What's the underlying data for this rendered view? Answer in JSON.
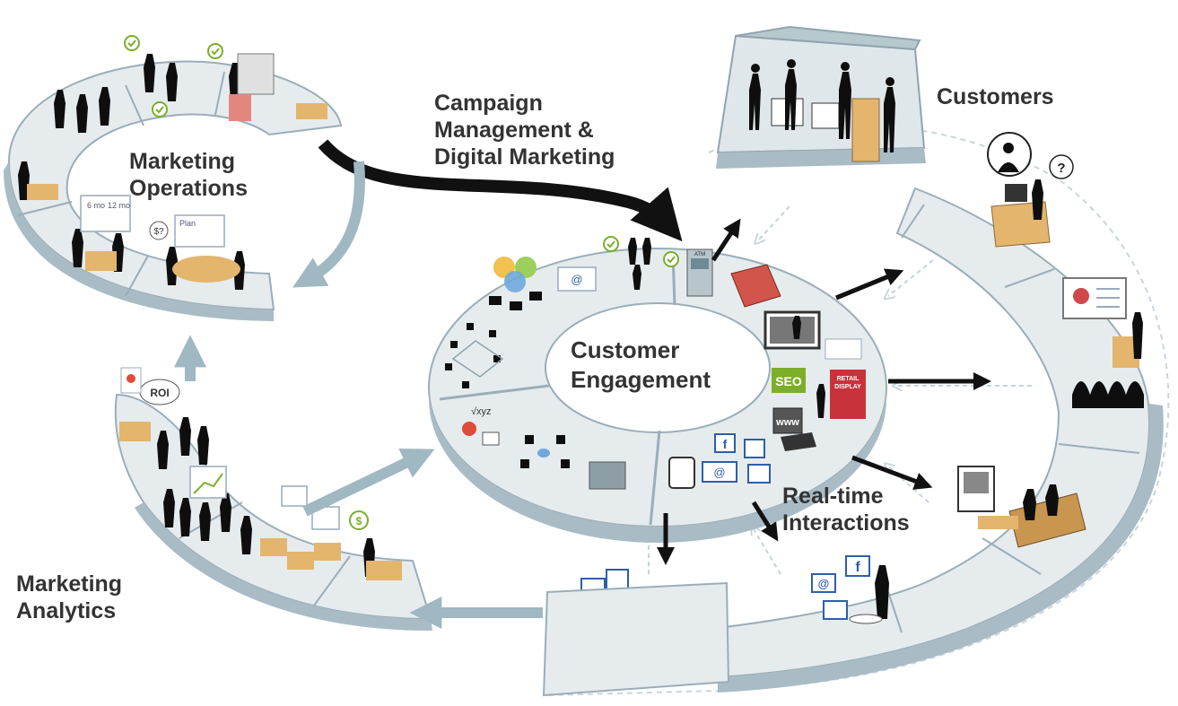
{
  "labels": {
    "marketing_operations": [
      "Marketing",
      "Operations"
    ],
    "campaign": [
      "Campaign",
      "Management &",
      "Digital Marketing"
    ],
    "customers": "Customers",
    "customer_engagement": [
      "Customer",
      "Engagement"
    ],
    "realtime": [
      "Real-time",
      "Interactions"
    ],
    "marketing_analytics": [
      "Marketing",
      "Analytics"
    ]
  },
  "icon_text": {
    "roi": "ROI",
    "seo": "SEO",
    "retail_display": [
      "RETAIL",
      "DISPLAY"
    ],
    "www": "www",
    "atm": "ATM",
    "xyz": "√xyz",
    "dollar_question": "$?",
    "dollar": "$",
    "question": "?",
    "at": "@",
    "facebook": "f",
    "plan": "Plan",
    "six_mo": "6 mo",
    "twelve_mo": "12 mo"
  },
  "colors": {
    "platform_top": "#e6ebee",
    "platform_side": "#a9bcc6",
    "platform_edge": "#7f98a5",
    "flow_arrow": "#9fb8c2",
    "dark_arrow": "#111111",
    "seo_green": "#7cae2a",
    "social_blue": "#2d5fa8",
    "retail_red": "#c8323a",
    "desk_wood": "#e3b56d",
    "figure": "#0e0e0e"
  }
}
